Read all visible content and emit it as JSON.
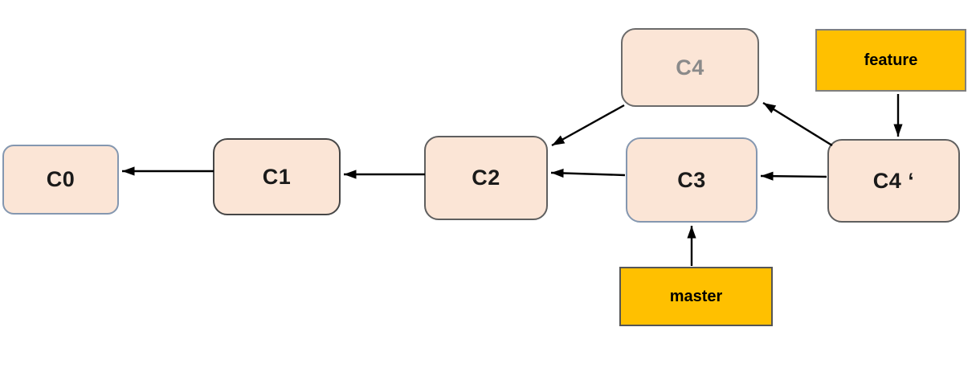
{
  "colors": {
    "canvas-bg": "#ffffff",
    "node-fill": "#FBE5D6",
    "branch-fill": "#FFC000",
    "node-text": "#1a1a1a",
    "ghost-text": "#8a8a8a",
    "arrow": "#000000"
  },
  "nodes": {
    "c0": {
      "label": "C0"
    },
    "c1": {
      "label": "C1"
    },
    "c2": {
      "label": "C2"
    },
    "c3": {
      "label": "C3"
    },
    "c4": {
      "label": "C4"
    },
    "c4p": {
      "label": "C4 ‘"
    }
  },
  "branches": {
    "feature": {
      "label": "feature"
    },
    "master": {
      "label": "master"
    }
  }
}
